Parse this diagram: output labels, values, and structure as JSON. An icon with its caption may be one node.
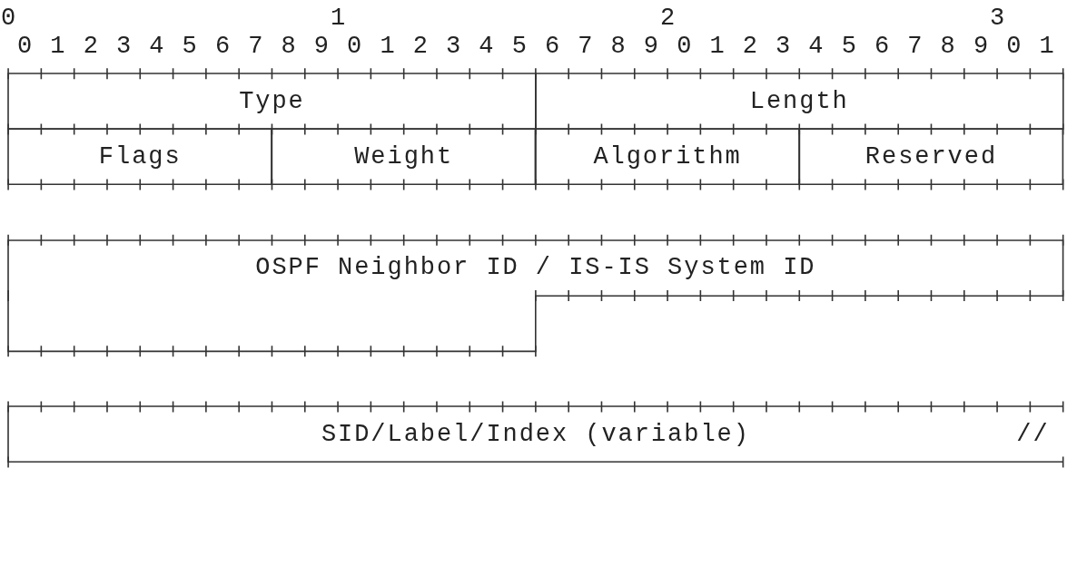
{
  "diagram": {
    "nodes": [
      {
        "text": [
          "Type"
        ]
      },
      {
        "text": [
          "Length"
        ]
      },
      {
        "text": [
          "Flags"
        ]
      },
      {
        "text": [
          "Weight"
        ]
      },
      {
        "text": [
          "Algorithm"
        ]
      },
      {
        "text": [
          "Reserved"
        ]
      },
      {
        "text": [
          "OSPF Neighbor ID / IS-IS System ID"
        ]
      },
      {
        "text": [
          "SID/Label/Index (variable)",
          "//"
        ]
      }
    ],
    "labels": [
      "0",
      "1",
      "2",
      "3",
      "0 1 2 3 4 5 6 7 8 9 0 1 2 3 4 5 6 7 8 9 0 1 2 3 4 5 6 7 8 9 0 1"
    ]
  }
}
